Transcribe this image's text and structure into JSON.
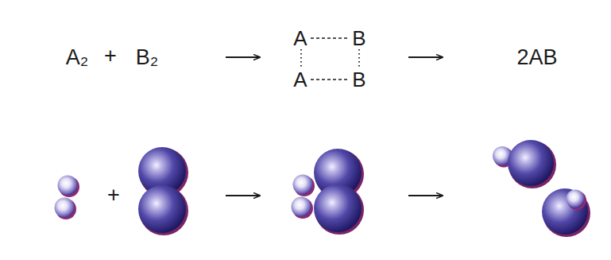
{
  "diagram": {
    "labels": [
      "A₂",
      "+",
      "B₂",
      "A",
      "B",
      "A",
      "B",
      "2AB",
      "+"
    ]
  }
}
